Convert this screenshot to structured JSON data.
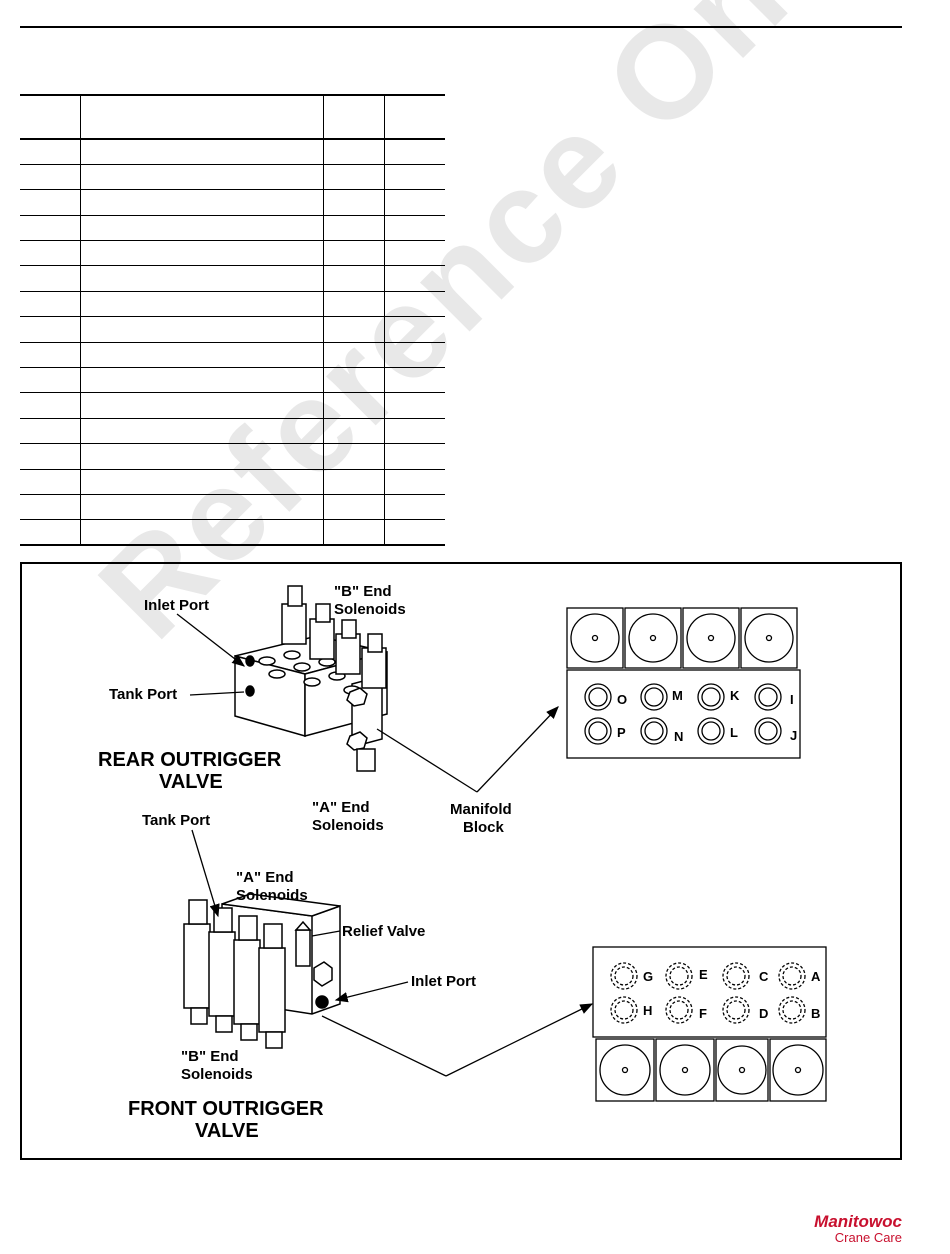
{
  "document": {
    "table_rows": 16,
    "watermark": "Reference Only"
  },
  "figure": {
    "rear_valve": {
      "title_line1": "REAR OUTRIGGER",
      "title_line2": "VALVE",
      "inlet_port": "Inlet Port",
      "tank_port": "Tank Port",
      "b_end_line1": "\"B\" End",
      "b_end_line2": "Solenoids",
      "a_end_line1": "\"A\" End",
      "a_end_line2": "Solenoids",
      "manifold_line1": "Manifold",
      "manifold_line2": "Block"
    },
    "front_valve": {
      "title_line1": "FRONT OUTRIGGER",
      "title_line2": "VALVE",
      "tank_port": "Tank Port",
      "a_end_line1": "\"A\" End",
      "a_end_line2": "Solenoids",
      "relief_valve": "Relief Valve",
      "inlet_port": "Inlet Port",
      "b_end_line1": "\"B\" End",
      "b_end_line2": "Solenoids"
    },
    "rear_ports": [
      "O",
      "M",
      "K",
      "I",
      "P",
      "N",
      "L",
      "J"
    ],
    "front_ports": [
      "G",
      "E",
      "C",
      "A",
      "H",
      "F",
      "D",
      "B"
    ]
  },
  "brand": {
    "name": "Manitowoc",
    "sub": "Crane Care",
    "color": "#c8102e"
  }
}
